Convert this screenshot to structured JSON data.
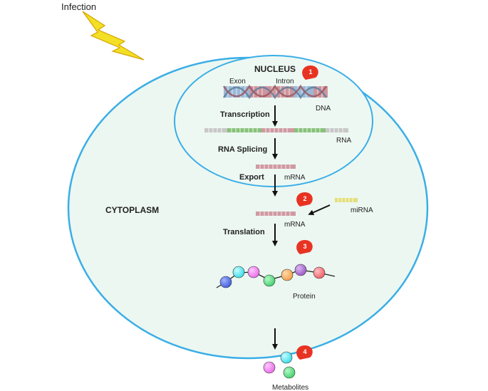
{
  "infection_label": "Infection",
  "nucleus_label": "NUCLEUS",
  "cytoplasm_label": "CYTOPLASM",
  "dna": {
    "exon_label": "Exon",
    "intron_label": "Intron",
    "dna_label": "DNA"
  },
  "steps": {
    "transcription": "Transcription",
    "rna_splicing": "RNA Splicing",
    "export": "Export",
    "translation": "Translation"
  },
  "molecules": {
    "rna": "RNA",
    "mrna_nucleus": "mRNA",
    "mrna_cytoplasm": "mRNA",
    "mirna": "miRNA",
    "protein": "Protein",
    "metabolites": "Metabolites"
  },
  "markers": [
    "1",
    "2",
    "3",
    "4"
  ],
  "colors": {
    "cell_fill": "#ecf7f1",
    "membrane": "#3aaee6",
    "exon": "#8fb3d4",
    "intron": "#c98a93",
    "mrna": "#d09aa2",
    "rna_grey": "#c8c8c8",
    "rna_green": "#88c27a",
    "mirna": "#e3df7e",
    "marker": "#e83322",
    "lightning": "#f3df24"
  },
  "protein_bead_colors": [
    "#3f5ad8",
    "#36dce8",
    "#e86ae8",
    "#3ed06b",
    "#f0a04a",
    "#9b57c4",
    "#ee5c63"
  ],
  "metabolite_colors": [
    "#e267e2",
    "#40e0e8",
    "#42cf62"
  ]
}
